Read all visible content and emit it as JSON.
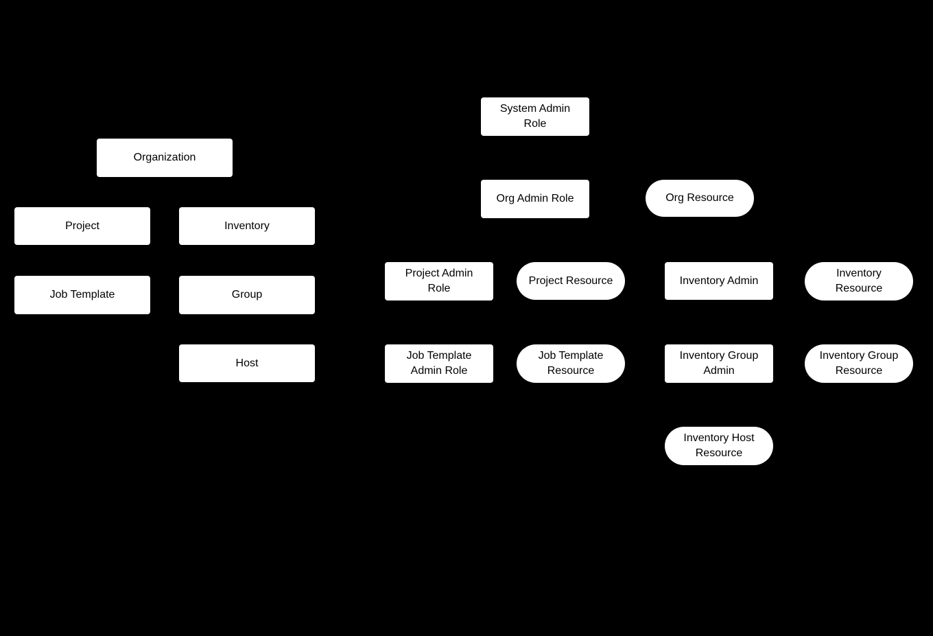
{
  "diagram": {
    "background_color": "#000000",
    "node_fill_color": "#ffffff",
    "node_text_color": "#000000",
    "nodes": [
      {
        "label": "Organization",
        "shape": "rectangle"
      },
      {
        "label": "Project",
        "shape": "rectangle"
      },
      {
        "label": "Inventory",
        "shape": "rectangle"
      },
      {
        "label": "Job Template",
        "shape": "rectangle"
      },
      {
        "label": "Group",
        "shape": "rectangle"
      },
      {
        "label": "Host",
        "shape": "rectangle"
      },
      {
        "label": "System Admin\nRole",
        "shape": "rectangle"
      },
      {
        "label": "Org Admin Role",
        "shape": "rectangle"
      },
      {
        "label": "Org Resource",
        "shape": "stadium"
      },
      {
        "label": "Project Admin\nRole",
        "shape": "rectangle"
      },
      {
        "label": "Project Resource",
        "shape": "stadium"
      },
      {
        "label": "Inventory Admin",
        "shape": "rectangle"
      },
      {
        "label": "Inventory\nResource",
        "shape": "stadium"
      },
      {
        "label": "Job Template\nAdmin Role",
        "shape": "rectangle"
      },
      {
        "label": "Job Template\nResource",
        "shape": "stadium"
      },
      {
        "label": "Inventory Group\nAdmin",
        "shape": "rectangle"
      },
      {
        "label": "Inventory Group\nResource",
        "shape": "stadium"
      },
      {
        "label": "Inventory Host\nResource",
        "shape": "stadium"
      }
    ]
  }
}
